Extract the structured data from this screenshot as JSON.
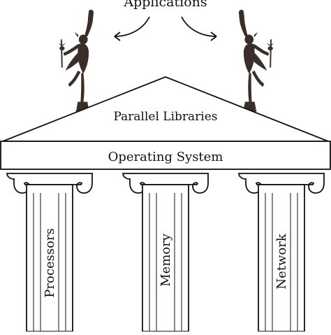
{
  "diagram": {
    "top_label": "Applications",
    "pediment_label": "Parallel Libraries",
    "entablature_label": "Operating System",
    "pillars": [
      {
        "label": "Processors"
      },
      {
        "label": "Memory"
      },
      {
        "label": "Network"
      }
    ],
    "figures": [
      {
        "icon": "hermes-statue-icon",
        "facing": "left"
      },
      {
        "icon": "hermes-statue-icon",
        "facing": "right"
      }
    ],
    "colors": {
      "ink": "#111111",
      "background": "#ffffff",
      "statue": "#3a2e2a"
    }
  }
}
